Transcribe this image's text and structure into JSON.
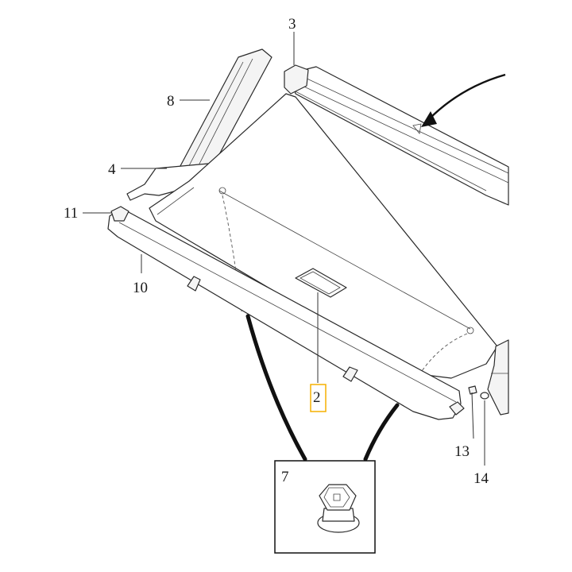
{
  "diagram": {
    "callouts": {
      "p2": "2",
      "p3": "3",
      "p4": "4",
      "p7": "7",
      "p8": "8",
      "p10": "10",
      "p11": "11",
      "p13": "13",
      "p14": "14"
    },
    "highlight_color": "#f5b100"
  }
}
